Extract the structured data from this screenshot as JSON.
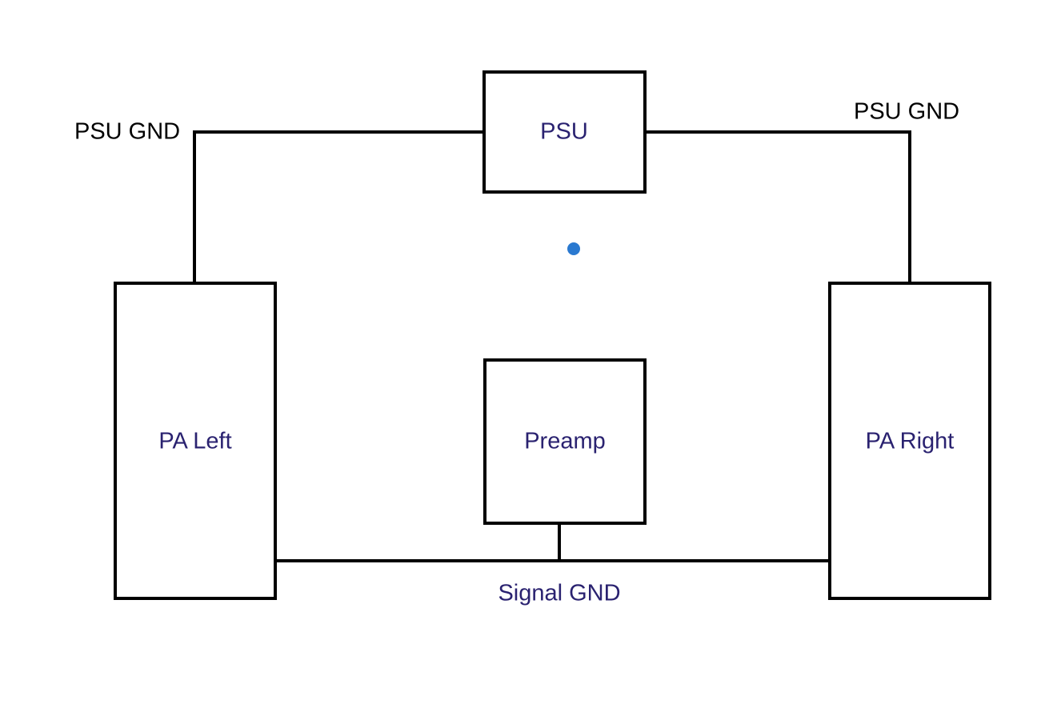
{
  "diagram": {
    "blocks": {
      "psu": "PSU",
      "pa_left": "PA Left",
      "preamp": "Preamp",
      "pa_right": "PA Right"
    },
    "nets": {
      "psu_gnd_left": "PSU GND",
      "psu_gnd_right": "PSU GND",
      "signal_gnd": "Signal GND"
    }
  },
  "colors": {
    "block_label": "#2a2270",
    "net_label_black": "#000000",
    "net_label_blue": "#2a2270",
    "marker_dot": "#2a79d0",
    "line": "#000000"
  }
}
